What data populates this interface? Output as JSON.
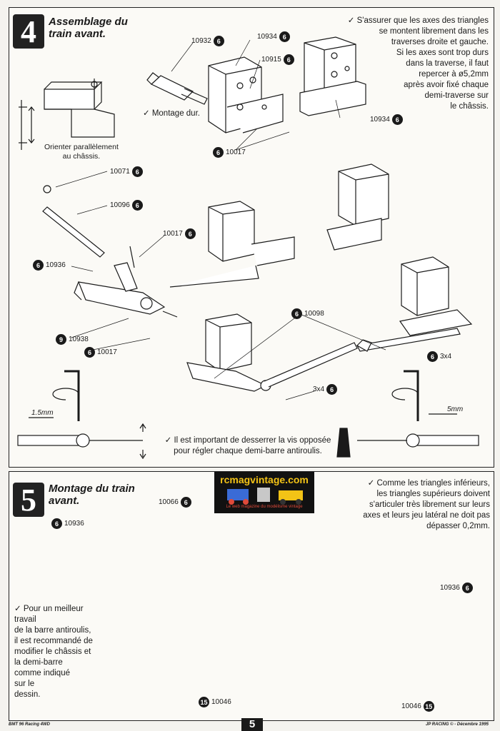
{
  "step4": {
    "number": "4",
    "title_line1": "Assemblage du",
    "title_line2": "train avant.",
    "note_axes": [
      "✓ S'assurer que les axes des triangles",
      "se montent librement dans les",
      "traverses droite et gauche.",
      "Si les axes sont trop durs",
      "dans la traverse, il faut",
      "repercer à ø5,2mm",
      "après avoir fixé chaque",
      "demi-traverse sur",
      "le châssis."
    ],
    "note_montage": "✓ Montage dur.",
    "note_orienter": [
      "Orienter parallèlement",
      "au châssis."
    ],
    "note_desserrer": [
      "✓ Il est important de desserrer la vis opposée",
      "pour régler chaque demi-barre antiroulis."
    ],
    "dim_left": "1.5mm",
    "dim_right": "5mm",
    "parts": {
      "p10932": "10932",
      "p10934a": "10934",
      "p10915": "10915",
      "p10934b": "10934",
      "p10017a": "10017",
      "p10071": "10071",
      "p10096": "10096",
      "p10017b": "10017",
      "p10936": "10936",
      "p10938": "10938",
      "p10017c": "10017",
      "p10098": "10098",
      "p3x4a": "3x4",
      "p3x4b": "3x4"
    },
    "badges": {
      "six": "6",
      "nine": "9"
    }
  },
  "step5": {
    "number": "5",
    "title_line1": "Montage du train",
    "title_line2": "avant.",
    "note_triangles": [
      "✓ Comme les triangles inférieurs,",
      "les triangles supérieurs doivent",
      "s'articuler très librement sur leurs",
      "axes et leurs jeu latéral ne doit pas",
      "dépasser 0,2mm."
    ],
    "note_barre": [
      "✓ Pour un meilleur travail",
      "de la barre antiroulis,",
      "il est recommandé de",
      "modifier le châssis et",
      "la demi-barre",
      "comme indiqué",
      "sur le",
      "dessin."
    ],
    "parts": {
      "p10066": "10066",
      "p10936a": "10936",
      "p10936b": "10936",
      "p10046a": "10046",
      "p10046b": "10046"
    },
    "badges": {
      "six": "6",
      "fifteen": "15"
    }
  },
  "logo": {
    "title": "rcmagvintage.com",
    "subtitle": "Le web magazine du modélisme vintage"
  },
  "footer": {
    "left": "BMT 96 Racing 4WD",
    "page": "5",
    "right": "JP RACING © - Décembre 1995"
  }
}
